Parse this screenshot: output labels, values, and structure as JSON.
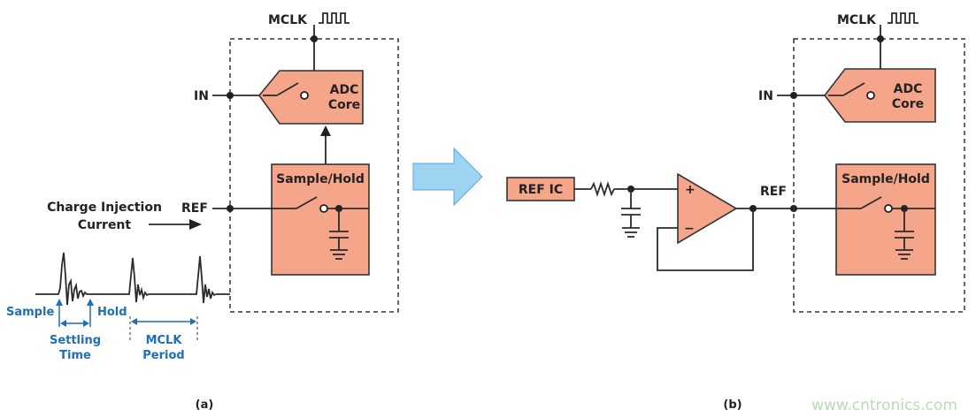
{
  "panel_a": {
    "mclk_label": "MCLK",
    "in_label": "IN",
    "ref_label": "REF",
    "adc_core_line1": "ADC",
    "adc_core_line2": "Core",
    "sample_hold_label": "Sample/Hold",
    "charge_injection_line1": "Charge Injection",
    "charge_injection_line2": "Current",
    "sample_label": "Sample",
    "hold_label": "Hold",
    "settling_line1": "Settling",
    "settling_line2": "Time",
    "mclk_period_line1": "MCLK",
    "mclk_period_line2": "Period",
    "caption": "(a)"
  },
  "panel_b": {
    "mclk_label": "MCLK",
    "in_label": "IN",
    "ref_label": "REF",
    "adc_core_line1": "ADC",
    "adc_core_line2": "Core",
    "sample_hold_label": "Sample/Hold",
    "ref_ic_label": "REF IC",
    "opamp_plus": "+",
    "opamp_minus": "−",
    "caption": "(b)"
  },
  "watermark": "www.cntronics.com",
  "colors": {
    "block_fill": "#f4a58a",
    "arrow_fill": "#9fd3f2",
    "annotation_blue": "#1f6fb5",
    "watermark": "#b7dcb7"
  }
}
